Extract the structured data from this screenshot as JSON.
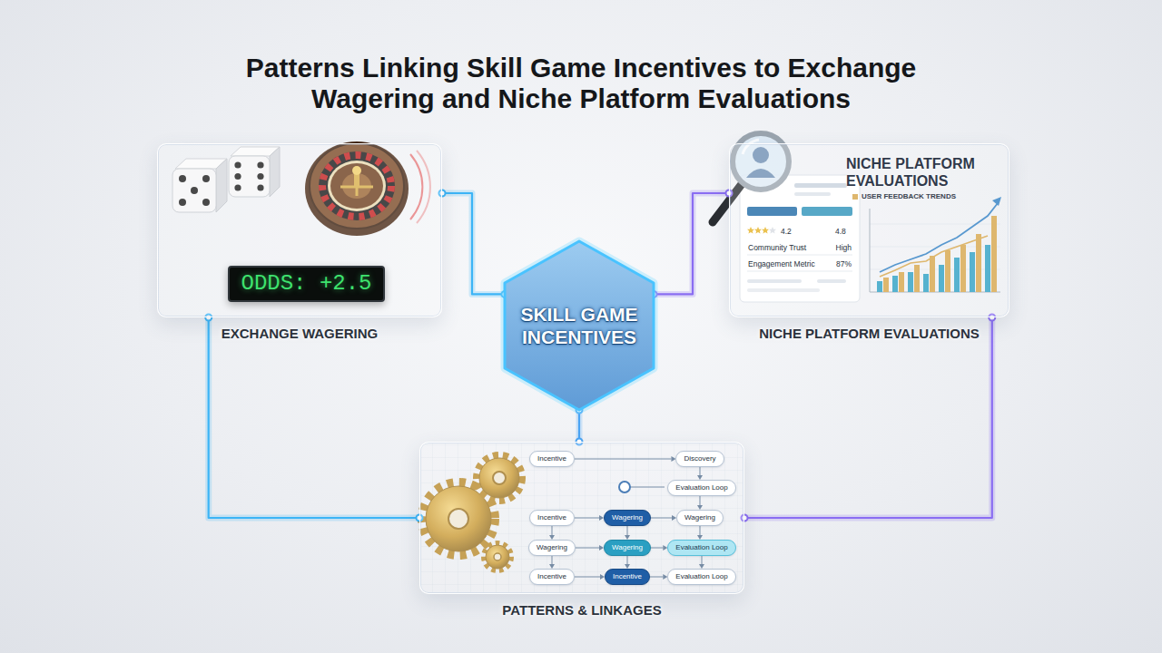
{
  "diagram": {
    "title": "Patterns Linking Skill Game Incentives to Exchange Wagering and Niche Platform Evaluations",
    "nodes": [
      {
        "text": [
          "EXCHANGE WAGERING"
        ]
      },
      {
        "text": [
          "ODDS: +2.5"
        ],
        "in": 0
      },
      {
        "text": [
          "SKILL GAME INCENTIVES"
        ]
      },
      {
        "text": [
          "NICHE PLATFORM EVALUATIONS",
          "NICHE PLATFORM EVALUATIONS"
        ]
      },
      {
        "text": [
          "4.2",
          "4.8",
          "Community Trust",
          "High",
          "Engagement Metric",
          "87%"
        ],
        "in": 3
      },
      {
        "text": [
          "PATTERNS & LINKAGES"
        ]
      },
      {
        "text": [
          "Incentive"
        ],
        "in": 5
      },
      {
        "text": [
          "Discovery"
        ],
        "in": 5
      },
      {
        "text": [
          "Evaluation Loop"
        ],
        "in": 5
      },
      {
        "text": [
          "Incentive"
        ],
        "in": 5
      },
      {
        "text": [
          "Wagering"
        ],
        "in": 5
      },
      {
        "text": [
          "Wagering"
        ],
        "in": 5
      },
      {
        "text": [
          "Wagering"
        ],
        "in": 5
      },
      {
        "text": [
          "Wagering"
        ],
        "in": 5
      },
      {
        "text": [
          "Evaluation Loop"
        ],
        "in": 5
      },
      {
        "text": [
          "Incentive"
        ],
        "in": 5
      },
      {
        "text": [
          "Incentive"
        ],
        "in": 5
      },
      {
        "text": [
          "Evaluation Loop"
        ],
        "in": 5
      }
    ],
    "edges": [
      {
        "from": 2,
        "to": 0,
        "arrow": "none"
      },
      {
        "from": 2,
        "to": 3,
        "arrow": "none"
      },
      {
        "from": 2,
        "to": 5,
        "arrow": "none"
      },
      {
        "from": 0,
        "to": 5,
        "arrow": "none"
      },
      {
        "from": 3,
        "to": 5,
        "arrow": "none"
      },
      {
        "from": 6,
        "to": 7,
        "arrow": "to"
      },
      {
        "from": 7,
        "to": 8,
        "arrow": "to"
      },
      {
        "from": 9,
        "to": 10,
        "arrow": "to"
      },
      {
        "from": 10,
        "to": 11,
        "arrow": "to"
      },
      {
        "from": 8,
        "to": 11,
        "arrow": "to"
      },
      {
        "from": 9,
        "to": 12,
        "arrow": "to"
      },
      {
        "from": 10,
        "to": 13,
        "arrow": "to"
      },
      {
        "from": 11,
        "to": 14,
        "arrow": "to"
      },
      {
        "from": 12,
        "to": 13,
        "arrow": "to"
      },
      {
        "from": 13,
        "to": 14,
        "arrow": "to"
      },
      {
        "from": 12,
        "to": 15,
        "arrow": "to"
      },
      {
        "from": 13,
        "to": 16,
        "arrow": "to"
      },
      {
        "from": 15,
        "to": 16,
        "arrow": "to"
      },
      {
        "from": 16,
        "to": 17,
        "arrow": "to"
      },
      {
        "from": 14,
        "to": 17,
        "arrow": "to"
      }
    ],
    "labels": [
      "USER FEEDBACK TRENDS"
    ]
  }
}
